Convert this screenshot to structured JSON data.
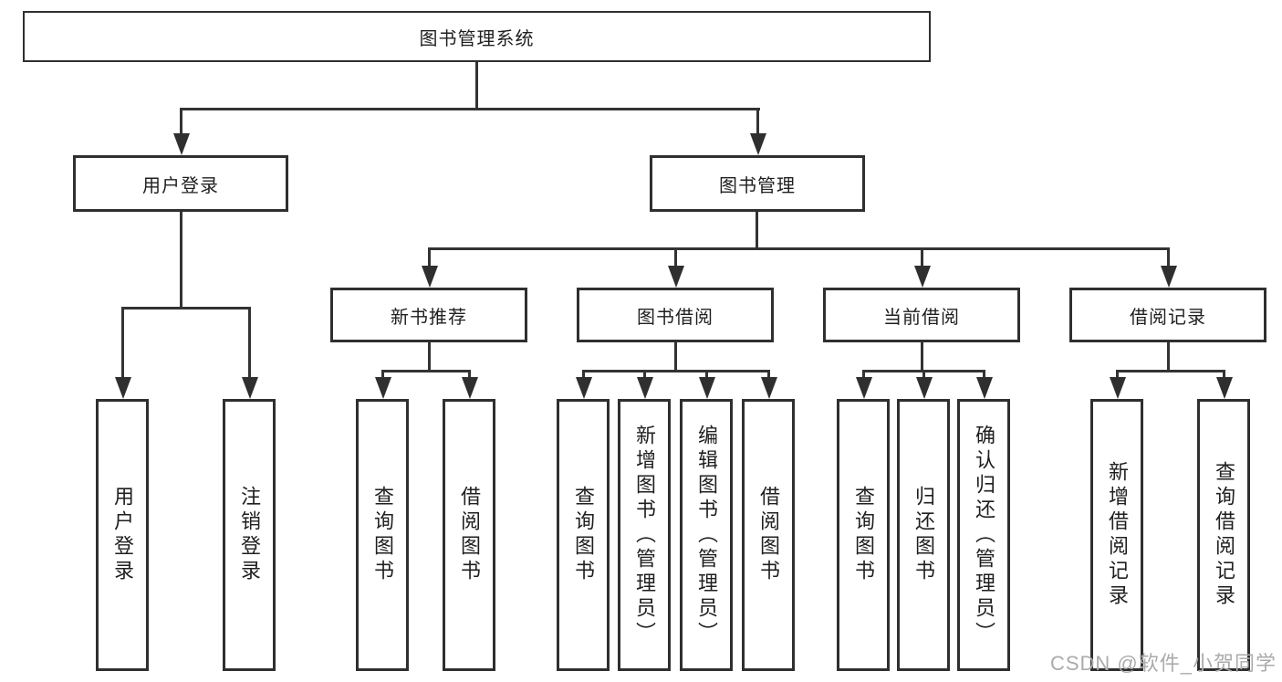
{
  "diagram": {
    "type": "hierarchy-tree",
    "title": "图书管理系统",
    "level2": {
      "user_login": "用户登录",
      "book_management": "图书管理"
    },
    "level3": {
      "new_book_recommend": "新书推荐",
      "book_borrow": "图书借阅",
      "current_borrow": "当前借阅",
      "borrow_records": "借阅记录"
    },
    "leaves": {
      "user_login_leaf": "用户登录",
      "logout": "注销登录",
      "recommend_query_books": "查询图书",
      "recommend_borrow_books": "借阅图书",
      "borrow_query_books": "查询图书",
      "borrow_add_books_admin": "新增图书（管理员）",
      "borrow_edit_books_admin": "编辑图书（管理员）",
      "borrow_borrow_books": "借阅图书",
      "current_query_books": "查询图书",
      "current_return_books": "归还图书",
      "current_confirm_return_admin": "确认归还（管理员）",
      "records_add_record": "新增借阅记录",
      "records_query_record": "查询借阅记录"
    },
    "colors": {
      "line": "#333333",
      "border": "#2f2f2f",
      "text": "#1f1f1f",
      "background": "#ffffff",
      "watermark": "#ababab"
    }
  },
  "watermark": "CSDN @软件_小贺同学"
}
